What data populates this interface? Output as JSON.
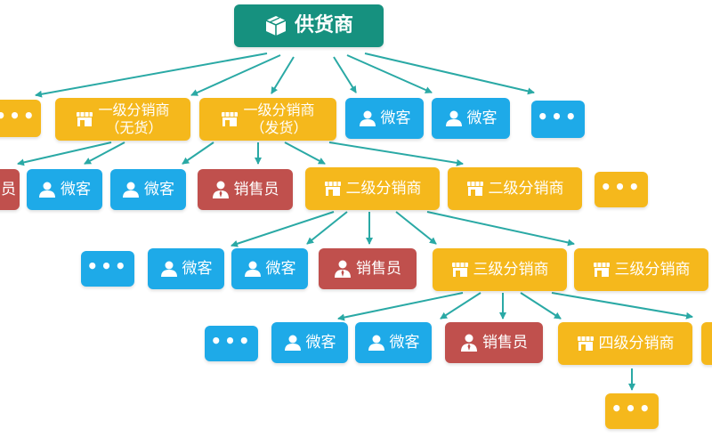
{
  "colors": {
    "supplier": "#16917f",
    "distributor": "#f5b81c",
    "wechat_customer": "#1eaae8",
    "salesperson": "#c0504d",
    "arrow": "#2aa9a5"
  },
  "root": {
    "label": "供货商",
    "icon": "box-icon"
  },
  "row1": {
    "more_left": "•••",
    "dist_no_stock": {
      "line1": "一级分销商",
      "line2": "（无货）",
      "icon": "store-icon"
    },
    "dist_ship": {
      "line1": "一级分销商",
      "line2": "（发货）",
      "icon": "store-icon"
    },
    "wechat_1": {
      "label": "微客",
      "icon": "user-icon"
    },
    "wechat_2": {
      "label": "微客",
      "icon": "user-icon"
    },
    "more_right": "•••"
  },
  "row2": {
    "sales_clipped": {
      "label": "员",
      "icon": "salesperson-icon"
    },
    "wechat_1": {
      "label": "微客",
      "icon": "user-icon"
    },
    "wechat_2": {
      "label": "微客",
      "icon": "user-icon"
    },
    "sales": {
      "label": "销售员",
      "icon": "salesperson-icon"
    },
    "dist_a": {
      "label": "二级分销商",
      "icon": "store-icon"
    },
    "dist_b": {
      "label": "二级分销商",
      "icon": "store-icon"
    },
    "more": "•••"
  },
  "row3": {
    "more": "•••",
    "wechat_1": {
      "label": "微客",
      "icon": "user-icon"
    },
    "wechat_2": {
      "label": "微客",
      "icon": "user-icon"
    },
    "sales": {
      "label": "销售员",
      "icon": "salesperson-icon"
    },
    "dist_a": {
      "label": "三级分销商",
      "icon": "store-icon"
    },
    "dist_b": {
      "label": "三级分销商",
      "icon": "store-icon"
    }
  },
  "row4": {
    "more": "•••",
    "wechat_1": {
      "label": "微客",
      "icon": "user-icon"
    },
    "wechat_2": {
      "label": "微客",
      "icon": "user-icon"
    },
    "sales": {
      "label": "销售员",
      "icon": "salesperson-icon"
    },
    "dist_a": {
      "label": "四级分销商",
      "icon": "store-icon"
    }
  },
  "row5": {
    "more": "•••"
  }
}
